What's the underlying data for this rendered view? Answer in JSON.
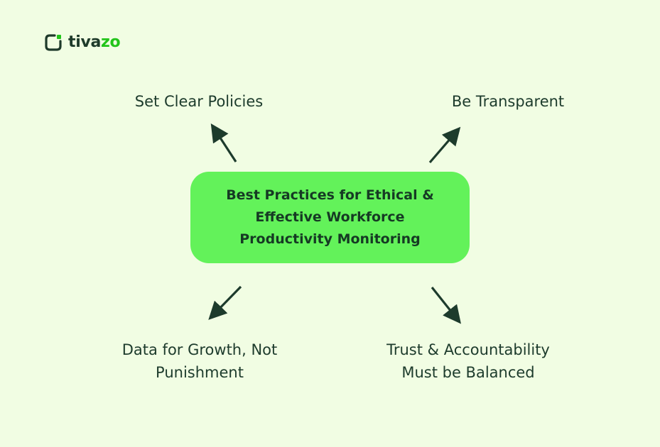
{
  "brand": {
    "name_part1": "tiva",
    "name_part2": "zo",
    "icon": "tivazo-logo-icon",
    "accent_color": "#22c41a",
    "dark_color": "#1e3a2a"
  },
  "center": {
    "title": "Best Practices for Ethical &\nEffective Workforce\nProductivity Monitoring",
    "fill_color": "#63f25a"
  },
  "branches": {
    "top_left": "Set Clear Policies",
    "top_right": "Be Transparent",
    "bottom_left": "Data for Growth, Not\nPunishment",
    "bottom_right": "Trust & Accountability\nMust be Balanced"
  },
  "colors": {
    "background": "#f1fde3",
    "arrow": "#1d3b2c",
    "text": "#1d3b2c"
  }
}
